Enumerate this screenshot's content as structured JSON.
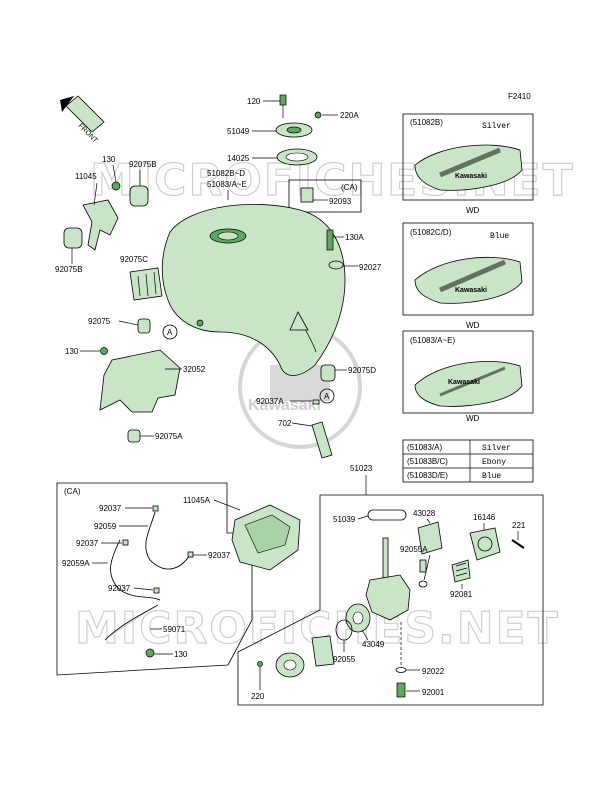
{
  "figure_code": "F2410",
  "front_arrow": "FRONT",
  "watermark": "MICROFICHES.NET",
  "logo_text": "Kawasaki",
  "ca_label": "(CA)",
  "callout_a": "A",
  "labels": {
    "l120": "120",
    "l220a": "220A",
    "l51049": "51049",
    "l14025": "14025",
    "l51082bd": "51082B~D",
    "l51083ae": "51083/A~E",
    "l92093": "92093",
    "l130_top": "130",
    "l92075b_1": "92075B",
    "l11045": "11045",
    "l92075b_2": "92075B",
    "l92075c": "92075C",
    "l92075": "92075",
    "l130_mid": "130",
    "l32052": "32052",
    "l92075a": "92075A",
    "l130a": "130A",
    "l92027": "92027",
    "l92075d": "92075D",
    "l92037a": "92037A",
    "l702": "702",
    "l51023": "51023",
    "l92037_1": "92037",
    "l92059": "92059",
    "l92037_2": "92037",
    "l92059a": "92059A",
    "l92037_3": "92037",
    "l92037_4": "92037",
    "l11045a": "11045A",
    "l59071": "59071",
    "l130_bot": "130",
    "l51039": "51039",
    "l43028": "43028",
    "l92055a": "92055A",
    "l16146": "16146",
    "l221": "221",
    "l92081": "92081",
    "l43049": "43049",
    "l92055": "92055",
    "l92022": "92022",
    "l220": "220",
    "l92001": "92001"
  },
  "variants": [
    {
      "code": "(51082B)",
      "color_label": "Silver",
      "tag": "WD"
    },
    {
      "code": "(51082C/D)",
      "color_label": "Blue",
      "tag": "WD"
    },
    {
      "code": "(51083/A~E)",
      "color_label": "",
      "tag": "WD"
    }
  ],
  "color_table": [
    {
      "code": "(51083/A)",
      "color": "Silver"
    },
    {
      "code": "(51083B/C)",
      "color": "Ebony"
    },
    {
      "code": "(51083D/E)",
      "color": "Blue"
    }
  ]
}
